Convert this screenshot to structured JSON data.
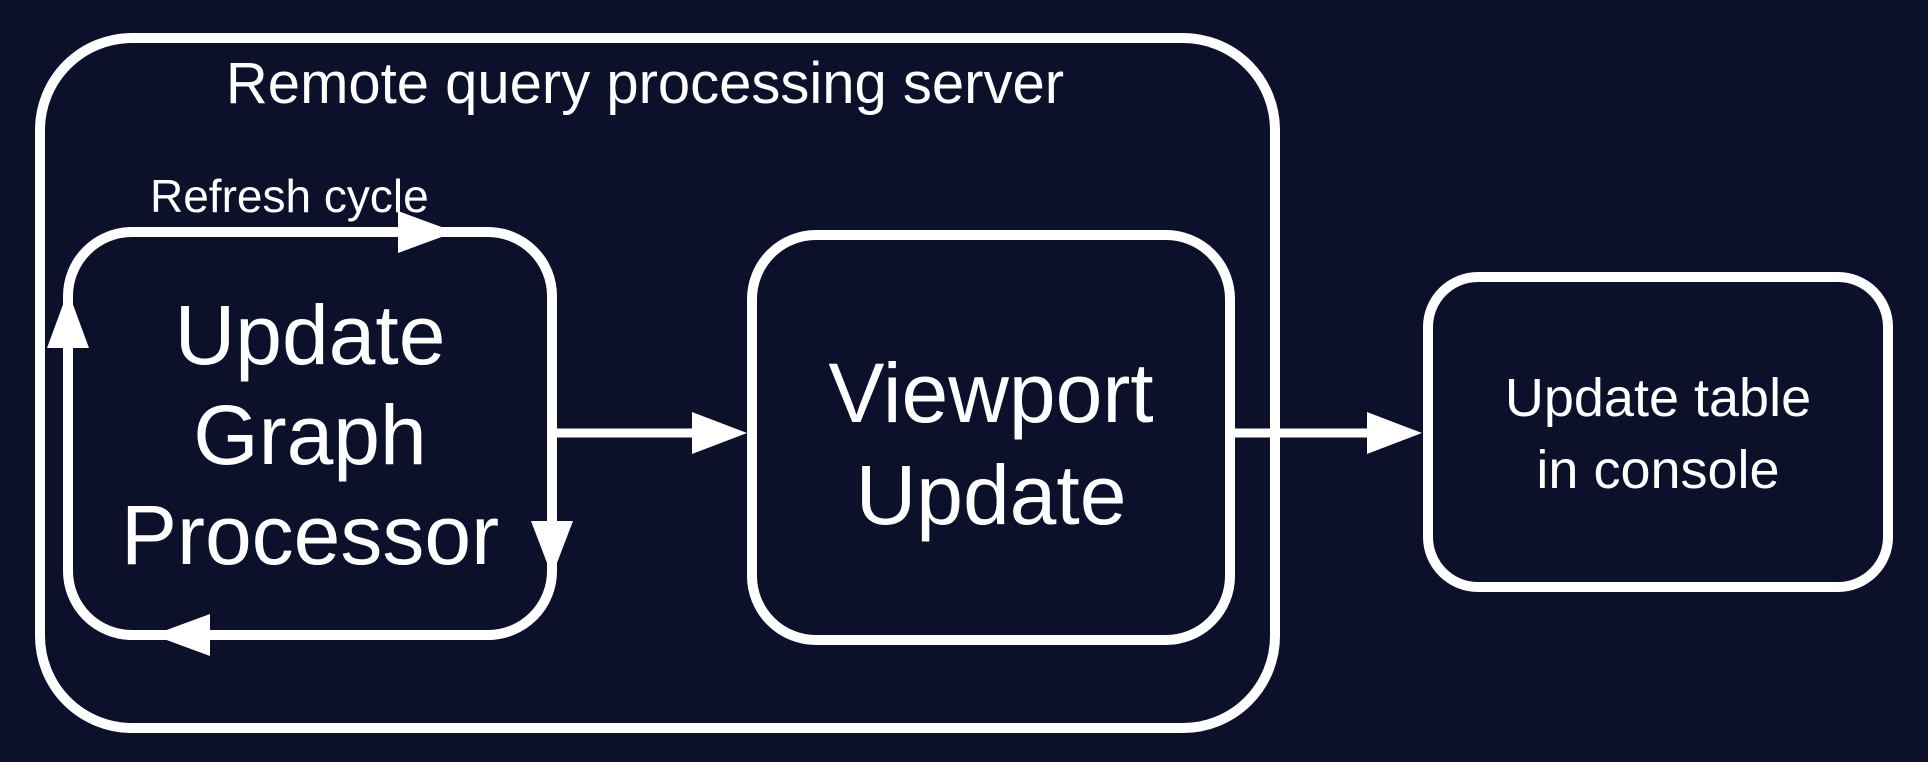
{
  "diagram": {
    "background_color": "#0c102b",
    "stroke_color": "#ffffff",
    "text_color": "#ffffff",
    "group": {
      "title": "Remote query processing server"
    },
    "nodes": {
      "update_graph_processor": {
        "label": "Update Graph Processor",
        "label_lines": [
          "Update",
          "Graph",
          "Processor"
        ],
        "inside_group": true
      },
      "viewport_update": {
        "label": "Viewport Update",
        "label_lines": [
          "Viewport",
          "Update"
        ],
        "inside_group": true
      },
      "update_table_in_console": {
        "label": "Update table in console",
        "label_lines": [
          "Update table",
          "in console"
        ],
        "inside_group": false
      }
    },
    "edges": [
      {
        "from": "Update Graph Processor",
        "to": "Update Graph Processor",
        "type": "self-loop",
        "label": "Refresh cycle"
      },
      {
        "from": "Update Graph Processor",
        "to": "Viewport Update",
        "type": "arrow",
        "label": ""
      },
      {
        "from": "Viewport Update",
        "to": "Update table in console",
        "type": "arrow",
        "label": ""
      }
    ]
  }
}
